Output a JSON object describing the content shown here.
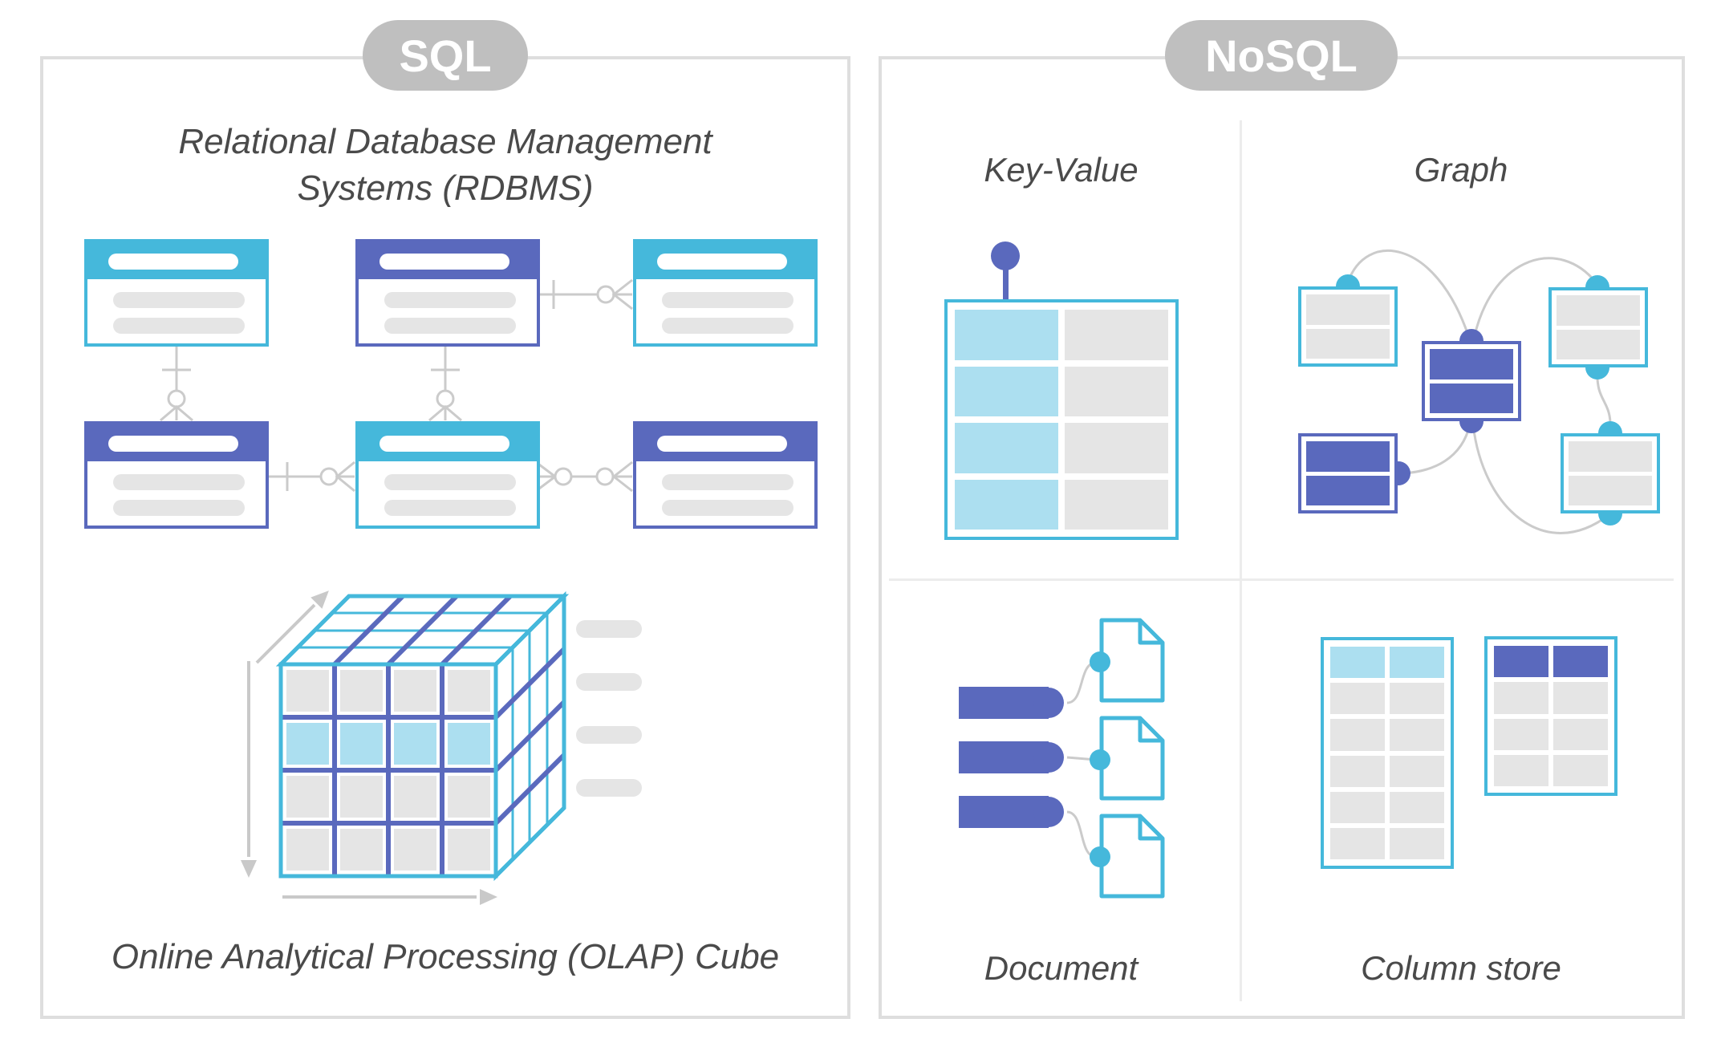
{
  "left_panel": {
    "badge": "SQL",
    "title_line1": "Relational Database Management",
    "title_line2": "Systems (RDBMS)",
    "caption": "Online Analytical Processing (OLAP) Cube"
  },
  "right_panel": {
    "badge": "NoSQL",
    "quadrants": [
      {
        "label": "Key-Value"
      },
      {
        "label": "Graph"
      },
      {
        "label": "Document"
      },
      {
        "label": "Column store"
      }
    ]
  },
  "colors": {
    "cyan": "#45B8DB",
    "indigo": "#5A69BD",
    "light_blue": "#ACDFF0",
    "light_gray": "#E5E5E5",
    "badge_bg": "#BFBFBF",
    "panel_border": "#DEDEDE",
    "divider": "#ECECEC",
    "connector": "#CBCBCB",
    "arrow": "#C9C9C9",
    "text": "#4A4A4A"
  }
}
